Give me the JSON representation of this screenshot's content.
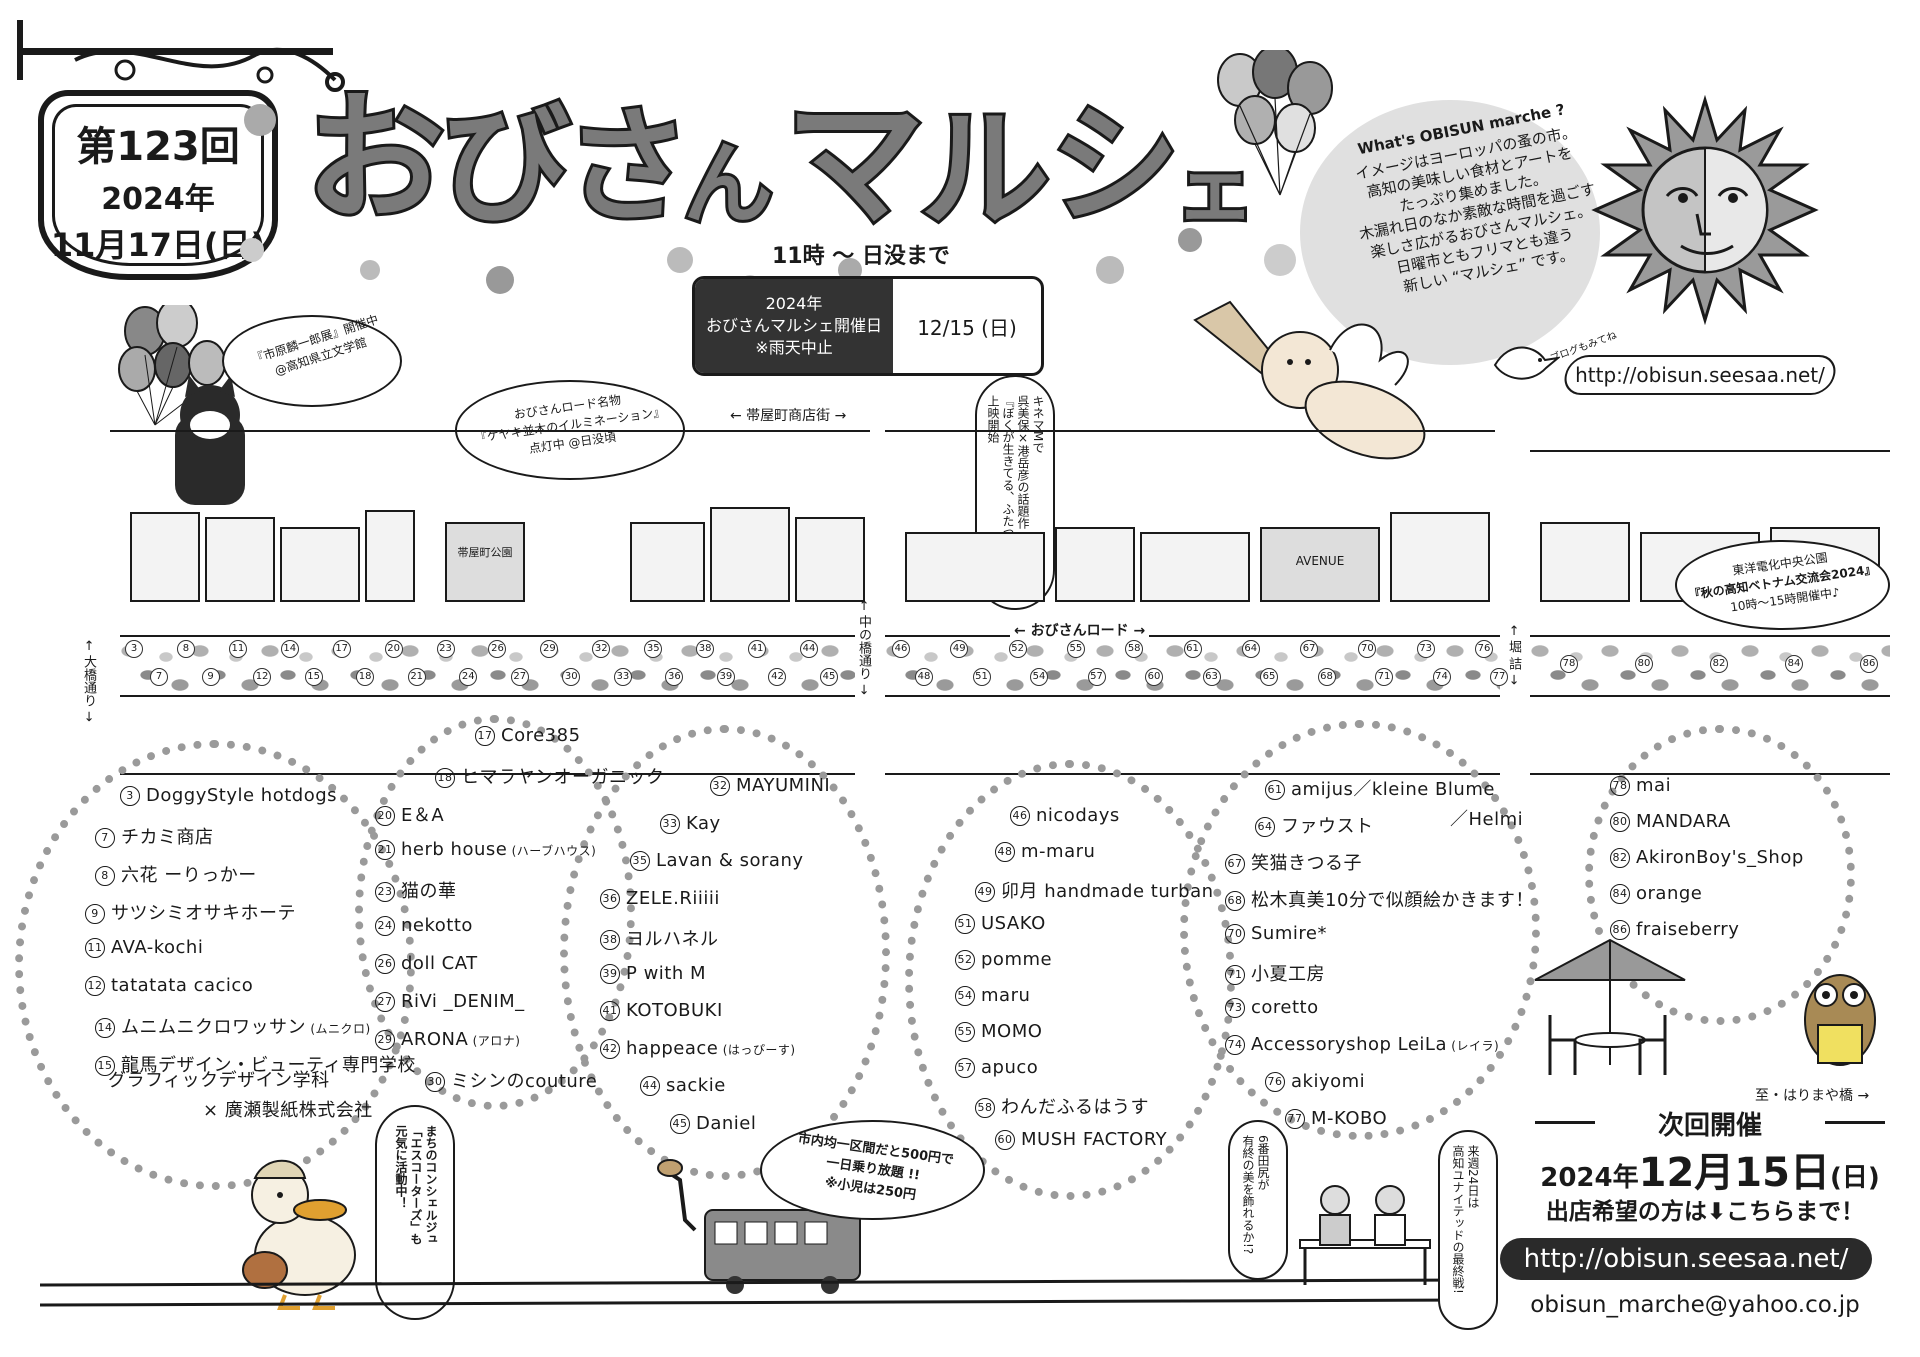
{
  "badge": {
    "edition": "第123回",
    "year": "2024年",
    "date": "11月17日(日)"
  },
  "title": [
    "お",
    "び",
    "さ",
    "ん",
    "マ",
    "ル",
    "シ",
    "ェ"
  ],
  "hours": "11時 〜 日没まで",
  "schedule": {
    "left_lines": [
      "2024年",
      "おびさんマルシェ開催日",
      "※雨天中止"
    ],
    "right": "12/15 (日)"
  },
  "about": {
    "heading": "What's OBISUN marche ?",
    "lines": [
      "イメージはヨーロッパの蚤の市。",
      "高知の美味しい食材とアートを",
      "たっぷり集めました。",
      "木漏れ日のなか素敵な時間を過ごす",
      "楽しさ広がるおびさんマルシェ。",
      "日曜市ともフリマとも違う",
      "新しい “マルシェ” です。"
    ]
  },
  "blog_note": "ブログもみてね",
  "blog_url": "http://obisun.seesaa.net/",
  "bubbles": {
    "cat": [
      "『市原麟一郎展』開催中",
      "@高知県立文学館"
    ],
    "frog": [
      "おびさんロード名物",
      "『ケヤキ並木のイルミネーション』",
      "点灯中 @日没頃"
    ],
    "bear": [
      "キネマMで",
      "呉美保×港岳彦の話題作",
      "『ぼくが生きてる、ふたつの世界』",
      "上映開始"
    ],
    "park": [
      "東洋電化中央公園",
      "『秋の高知ベトナム交流会2024』",
      "10時〜15時開催中♪"
    ],
    "duck": [
      "まちのコンシェルジュ",
      "「エスコーターズ」も",
      "元気に活動中！"
    ],
    "tram": [
      "市内均一区間だと500円で",
      "一日乗り放題 !!",
      "※小児は250円"
    ],
    "bench1": [
      "6番田尻が",
      "有終の美を飾れるか!?"
    ],
    "bench2": [
      "来週24日は",
      "高知ユナイテッドの最終戦!"
    ]
  },
  "streets": {
    "obiyamachi": "← 帯屋町商店街 →",
    "ohashi": "← 大橋通り →",
    "nakanohashi": "← 中の橋通り →",
    "obisun_road": "← おびさんロード →",
    "horizume": "← 堀 詰 →",
    "to_harimaya": "至・はりまや橋 →",
    "park_sign": "帯屋町公園",
    "avenue_sign": "AVENUE"
  },
  "shops_col1": [
    {
      "n": "3",
      "name": "DoggyStyle hotdogs",
      "sub": ""
    },
    {
      "n": "7",
      "name": "チカミ商店",
      "sub": ""
    },
    {
      "n": "8",
      "name": "六花 ーりっかー",
      "sub": ""
    },
    {
      "n": "9",
      "name": "サツシミオサキホーテ",
      "sub": ""
    },
    {
      "n": "11",
      "name": "AVA-kochi",
      "sub": ""
    },
    {
      "n": "12",
      "name": "tatatata cacico",
      "sub": ""
    },
    {
      "n": "14",
      "name": "ムニムニクロワッサン",
      "sub": "(ムニクロ)"
    },
    {
      "n": "15",
      "name": "龍馬デザイン・ビューティ専門学校",
      "sub": ""
    }
  ],
  "shop15_lines": [
    "グラフィックデザイン学科",
    "× 廣瀬製紙株式会社"
  ],
  "shops_col2": [
    {
      "n": "17",
      "name": "Core385",
      "sub": ""
    },
    {
      "n": "18",
      "name": "ヒマラヤンオーガニック",
      "sub": ""
    },
    {
      "n": "20",
      "name": "E＆A",
      "sub": ""
    },
    {
      "n": "21",
      "name": "herb house",
      "sub": "(ハーブハウス)"
    },
    {
      "n": "23",
      "name": "猫の華",
      "sub": ""
    },
    {
      "n": "24",
      "name": "nekotto",
      "sub": ""
    },
    {
      "n": "26",
      "name": "doll CAT",
      "sub": ""
    },
    {
      "n": "27",
      "name": "RiVi _DENIM_",
      "sub": ""
    },
    {
      "n": "29",
      "name": "ARONA",
      "sub": "(アロナ)"
    },
    {
      "n": "30",
      "name": "ミシンのcouture",
      "sub": ""
    }
  ],
  "shops_col3": [
    {
      "n": "32",
      "name": "MAYUMINI",
      "sub": ""
    },
    {
      "n": "33",
      "name": "Kay",
      "sub": ""
    },
    {
      "n": "35",
      "name": "Lavan & sorany",
      "sub": ""
    },
    {
      "n": "36",
      "name": "ZELE.Riiiii",
      "sub": ""
    },
    {
      "n": "38",
      "name": "ヨルハネル",
      "sub": ""
    },
    {
      "n": "39",
      "name": "P with M",
      "sub": ""
    },
    {
      "n": "41",
      "name": "KOTOBUKI",
      "sub": ""
    },
    {
      "n": "42",
      "name": "happeace",
      "sub": "(はっぴーす)"
    },
    {
      "n": "44",
      "name": "sackie",
      "sub": ""
    },
    {
      "n": "45",
      "name": "Daniel",
      "sub": ""
    }
  ],
  "shops_col4": [
    {
      "n": "46",
      "name": "nicodays",
      "sub": ""
    },
    {
      "n": "48",
      "name": "m-maru",
      "sub": ""
    },
    {
      "n": "49",
      "name": "卯月 handmade turban",
      "sub": ""
    },
    {
      "n": "51",
      "name": "USAKO",
      "sub": ""
    },
    {
      "n": "52",
      "name": "pomme",
      "sub": ""
    },
    {
      "n": "54",
      "name": "maru",
      "sub": ""
    },
    {
      "n": "55",
      "name": "MOMO",
      "sub": ""
    },
    {
      "n": "57",
      "name": "apuco",
      "sub": ""
    },
    {
      "n": "58",
      "name": "わんだふるはうす",
      "sub": ""
    },
    {
      "n": "60",
      "name": "MUSH FACTORY",
      "sub": ""
    }
  ],
  "shops_col5": [
    {
      "n": "61",
      "name": "amijus／kleine Blume",
      "sub": ""
    },
    {
      "n": "64",
      "name": "ファウスト",
      "sub": ""
    },
    {
      "n": "67",
      "name": "笑猫きつる子",
      "sub": ""
    },
    {
      "n": "68",
      "name": "松木真美10分で似顔絵かきます！",
      "sub": ""
    },
    {
      "n": "70",
      "name": "Sumire*",
      "sub": ""
    },
    {
      "n": "71",
      "name": "小夏工房",
      "sub": ""
    },
    {
      "n": "73",
      "name": "coretto",
      "sub": ""
    },
    {
      "n": "74",
      "name": "Accessoryshop LeiLa",
      "sub": "(レイラ)"
    },
    {
      "n": "76",
      "name": "akiyomi",
      "sub": ""
    },
    {
      "n": "77",
      "name": "M-KOBO",
      "sub": ""
    }
  ],
  "shop61_cont": "／Helmi",
  "shops_col6": [
    {
      "n": "78",
      "name": "mai",
      "sub": ""
    },
    {
      "n": "80",
      "name": "MANDARA",
      "sub": ""
    },
    {
      "n": "82",
      "name": "AkironBoy's_Shop",
      "sub": ""
    },
    {
      "n": "84",
      "name": "orange",
      "sub": ""
    },
    {
      "n": "86",
      "name": "fraiseberry",
      "sub": ""
    }
  ],
  "road_numbers": {
    "left_top": [
      "3",
      "8",
      "11",
      "14",
      "17",
      "20",
      "23",
      "26",
      "29",
      "32",
      "35",
      "38",
      "41",
      "44"
    ],
    "left_bottom": [
      "7",
      "9",
      "12",
      "15",
      "18",
      "21",
      "24",
      "27",
      "30",
      "33",
      "36",
      "39",
      "42",
      "45"
    ],
    "mid_top": [
      "46",
      "49",
      "52",
      "55",
      "58",
      "61",
      "64",
      "67",
      "70",
      "73",
      "76"
    ],
    "mid_bottom": [
      "48",
      "51",
      "54",
      "57",
      "60",
      "63",
      "65",
      "68",
      "71",
      "74",
      "77"
    ],
    "right": [
      "78",
      "80",
      "82",
      "84",
      "86"
    ]
  },
  "next": {
    "heading": "次回開催",
    "date_prefix": "2024年",
    "date_big": "12月15日",
    "date_suffix": "(日)",
    "cta": "出店希望の方は",
    "cta2": "こちらまで！",
    "url": "http://obisun.seesaa.net/",
    "email": "obisun_marche@yahoo.co.jp"
  },
  "colors": {
    "ink": "#1a1a1a",
    "gray_title": "#7a7a7a",
    "bubble_gray": "#e0e0e0",
    "dots": "#9a9a9a"
  }
}
